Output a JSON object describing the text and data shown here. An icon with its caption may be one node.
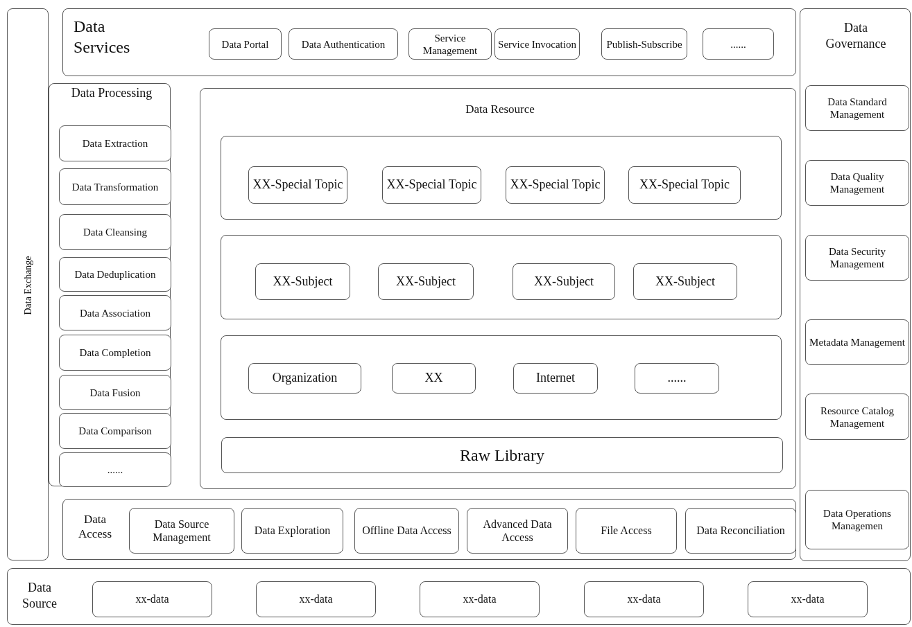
{
  "diagram": {
    "nodes": [
      {
        "text": [
          "Data Exchange"
        ]
      },
      {
        "text": [
          "Data Services"
        ]
      },
      {
        "text": [
          "Data Portal"
        ],
        "in": 1
      },
      {
        "text": [
          "Data Authentication"
        ],
        "in": 1
      },
      {
        "text": [
          "Service Management"
        ],
        "in": 1
      },
      {
        "text": [
          "Service Invocation"
        ],
        "in": 1
      },
      {
        "text": [
          "Publish-Subscribe"
        ],
        "in": 1
      },
      {
        "text": [
          "......"
        ],
        "in": 1
      },
      {
        "text": [
          "Data Governance"
        ]
      },
      {
        "text": [
          "Data Standard Management"
        ],
        "in": 8
      },
      {
        "text": [
          "Data Quality Management"
        ],
        "in": 8
      },
      {
        "text": [
          "Data Security Management"
        ],
        "in": 8
      },
      {
        "text": [
          "Metadata Management"
        ],
        "in": 8
      },
      {
        "text": [
          "Resource Catalog Management"
        ],
        "in": 8
      },
      {
        "text": [
          "Data Operations Managemen"
        ],
        "in": 8
      },
      {
        "text": [
          "Data Processing"
        ]
      },
      {
        "text": [
          "Data Extraction"
        ],
        "in": 15
      },
      {
        "text": [
          "Data Transformation"
        ],
        "in": 15
      },
      {
        "text": [
          "Data Cleansing"
        ],
        "in": 15
      },
      {
        "text": [
          "Data Deduplication"
        ],
        "in": 15
      },
      {
        "text": [
          "Data Association"
        ],
        "in": 15
      },
      {
        "text": [
          "Data Completion"
        ],
        "in": 15
      },
      {
        "text": [
          "Data Fusion"
        ],
        "in": 15
      },
      {
        "text": [
          "Data Comparison"
        ],
        "in": 15
      },
      {
        "text": [
          "......"
        ],
        "in": 15
      },
      {
        "text": [
          "Data Resource"
        ]
      },
      {
        "text": [],
        "shape": "box",
        "in": 25
      },
      {
        "text": [
          "XX-Special Topic"
        ],
        "in": 26
      },
      {
        "text": [
          "XX-Special Topic"
        ],
        "in": 26
      },
      {
        "text": [
          "XX-Special Topic"
        ],
        "in": 26
      },
      {
        "text": [
          "XX-Special Topic"
        ],
        "in": 26
      },
      {
        "text": [],
        "shape": "box",
        "in": 25
      },
      {
        "text": [
          "XX-Subject"
        ],
        "in": 31
      },
      {
        "text": [
          "XX-Subject"
        ],
        "in": 31
      },
      {
        "text": [
          "XX-Subject"
        ],
        "in": 31
      },
      {
        "text": [
          "XX-Subject"
        ],
        "in": 31
      },
      {
        "text": [],
        "shape": "box",
        "in": 25
      },
      {
        "text": [
          "Organization"
        ],
        "in": 36
      },
      {
        "text": [
          "XX"
        ],
        "in": 36
      },
      {
        "text": [
          "Internet"
        ],
        "in": 36
      },
      {
        "text": [
          "......"
        ],
        "in": 36
      },
      {
        "text": [
          "Raw Library"
        ],
        "in": 25
      },
      {
        "text": [
          "Data Access"
        ]
      },
      {
        "text": [
          "Data Source Management"
        ],
        "in": 42
      },
      {
        "text": [
          "Data Exploration"
        ],
        "in": 42
      },
      {
        "text": [
          "Offline Data Access"
        ],
        "in": 42
      },
      {
        "text": [
          "Advanced Data Access"
        ],
        "in": 42
      },
      {
        "text": [
          "File Access"
        ],
        "in": 42
      },
      {
        "text": [
          "Data Reconciliation"
        ],
        "in": 42
      },
      {
        "text": [
          "Data Source"
        ]
      },
      {
        "text": [
          "xx-data"
        ],
        "in": 49
      },
      {
        "text": [
          "xx-data"
        ],
        "in": 49
      },
      {
        "text": [
          "xx-data"
        ],
        "in": 49
      },
      {
        "text": [
          "xx-data"
        ],
        "in": 49
      },
      {
        "text": [
          "xx-data"
        ],
        "in": 49
      }
    ]
  }
}
